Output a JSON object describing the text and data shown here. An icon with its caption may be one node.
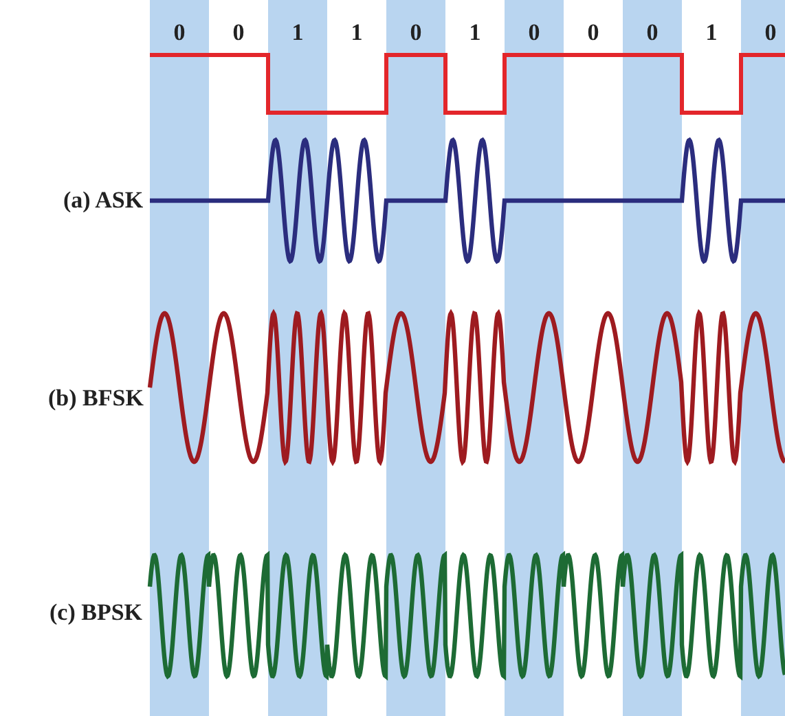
{
  "diagram": {
    "labels": [
      "0",
      "0",
      "1",
      "1",
      "0",
      "1",
      "0",
      "0",
      "0",
      "1",
      "0",
      "(a) ASK",
      "(b) BFSK",
      "(c) BPSK"
    ]
  }
}
